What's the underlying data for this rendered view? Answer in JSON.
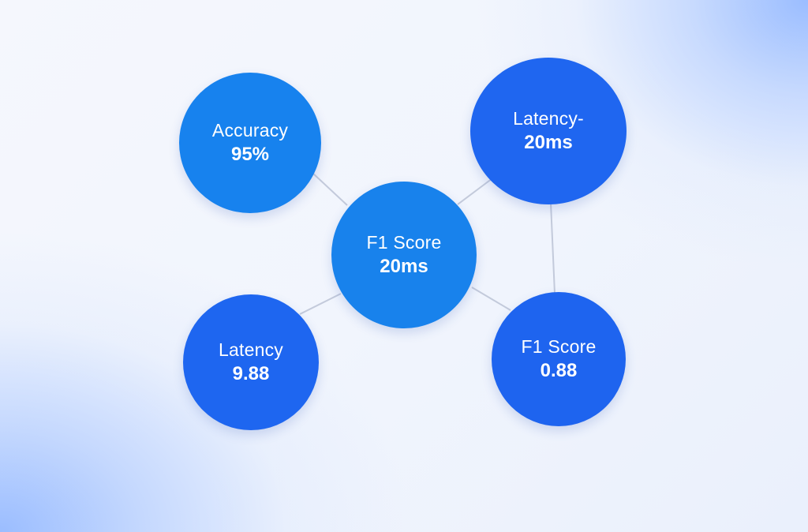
{
  "colors": {
    "node_light_blue": "#1782ee",
    "node_royal_blue": "#1f66f0",
    "edge": "#c3cadb",
    "text": "#ffffff",
    "background": "#f3f6fd",
    "background_glow": "#96baff"
  },
  "nodes": [
    {
      "id": "accuracy",
      "label": "Accuracy",
      "value": "95%"
    },
    {
      "id": "latency-top",
      "label": "Latency-",
      "value": "20ms"
    },
    {
      "id": "f1-center",
      "label": "F1 Score",
      "value": "20ms"
    },
    {
      "id": "latency-bottom",
      "label": "Latency",
      "value": "9.88"
    },
    {
      "id": "f1-bottom",
      "label": "F1 Score",
      "value": "0.88"
    }
  ],
  "edges": [
    {
      "from": "accuracy",
      "to": "f1-center"
    },
    {
      "from": "latency-top",
      "to": "f1-center"
    },
    {
      "from": "latency-bottom",
      "to": "f1-center"
    },
    {
      "from": "f1-bottom",
      "to": "f1-center"
    },
    {
      "from": "latency-top",
      "to": "f1-bottom"
    }
  ]
}
